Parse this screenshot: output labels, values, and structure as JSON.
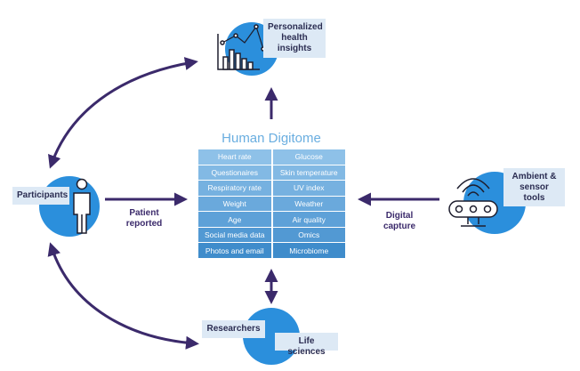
{
  "title": "Human Digitome",
  "nodes": {
    "insights": "Personalized health insights",
    "participants": "Participants",
    "sensors": "Ambient & sensor tools",
    "researchers": "Researchers",
    "life_sciences": "Life sciences"
  },
  "flows": {
    "patient_reported": "Patient reported",
    "digital_capture": "Digital capture"
  },
  "table": {
    "left": [
      "Heart rate",
      "Questionaires",
      "Respiratory rate",
      "Weight",
      "Age",
      "Social media data",
      "Photos and email"
    ],
    "right": [
      "Glucose",
      "Skin temperature",
      "UV index",
      "Weather",
      "Air quality",
      "Omics",
      "Microbiome"
    ]
  },
  "colors": {
    "accent_blue": "#2b8fdc",
    "arrow": "#3b2a6b",
    "box_bg": "#dde9f5"
  },
  "icons": [
    "bar-chart-icon",
    "person-icon",
    "sensor-device-icon"
  ]
}
